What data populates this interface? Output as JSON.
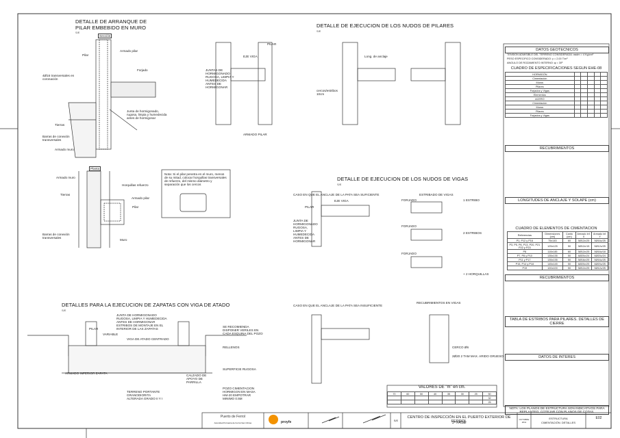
{
  "sections": {
    "arranque_title": "DETALLE DE ARRANQUE DE PILAR EMBEBIDO EN MURO",
    "arranque_scale": "S/E",
    "nudos_pilares_title": "DETALLE DE EJECUCION DE LOS NUDOS DE PILARES",
    "nudos_pilares_scale": "S/E",
    "nudos_vigas_title": "DETALLE DE EJECUCION DE LOS NUDOS DE VIGAS",
    "nudos_vigas_scale": "S/E",
    "zapatas_title": "DETALLES PARA LA EJECUCION DE ZAPATAS CON VIGA DE ATADO",
    "zapatas_scale": "S/E"
  },
  "arranque": {
    "seccion": "Sección",
    "pilar": "Pilar",
    "armado_pilar": "Armado pilar",
    "forjado": "Forjado",
    "transversales": "4Ø16 transversales en coronación",
    "junta": "Junta de hormigonado, rugosa, limpia y humedecida antes de hormigonar",
    "tierras": "Tierras",
    "barras_conexion": "Barras de conexión transversales",
    "armado_muro": "Armado muro",
    "planta": "Planta",
    "armado_muro2": "Armado muro",
    "horquillas": "Horquillas refuerzo",
    "armado_pilar2": "Armado pilar",
    "tierras2": "Tierras",
    "pilar2": "Pilar",
    "barras_conexion2": "Barras de conexión transversales",
    "muro": "Muro",
    "note": "Nota: Si el pilar penetra en el muro, menos de su mitad, colocar horquillas transversales de refuerzo, del mismo diámetro y separación que los cercos"
  },
  "nudos_pilares": {
    "eje_viga": "EJE VIGA",
    "pilar": "PILAR",
    "armado_pilar": "ARMADO PILAR",
    "junta": "JUNTAS DE HORMIGONADO RUGOSA, LIMPIA Y HUMEDECIDA ANTES DE HORMIGONAR",
    "cercos": "cercos/estribos 10cm",
    "long_anclaje": "Long. de anclaje"
  },
  "nudos_vigas": {
    "caso_suficiente": "CASO EN QUE EL ANCLAJE DE LA PATA SEA SUFICIENTE",
    "caso_insuficiente": "CASO EN QUE EL ANCLAJE DE LA PATA SEA INSUFICIENTE",
    "estribado": "ESTRIBADO DE VIGAS",
    "recubrimientos": "RECUBRIMIENTOS EN VIGAS",
    "forjado": "FORJADO",
    "un_estribo": "1 ESTRIBO",
    "dos_estribos": "2 ESTRIBOS",
    "horquillas": "+ 2 HORQUILLAS",
    "eje_viga": "EJE VIGA",
    "pilar": "PILAR",
    "junta": "JUNTA DE HORMIGONADO RUGOSA, LIMPIA Y HUMEDECIDA ANTES DE HORMIGONAR",
    "cerco": "CERCO Ø6",
    "armado_grueso": "2Ø20 2 TAM MAX. ARIDO GRUESO"
  },
  "valores": {
    "title": "VALORES DE \"m\" en cm.",
    "columns": [
      "70",
      "60",
      "50",
      "40",
      "35",
      "30",
      "25"
    ],
    "last_col": [
      "50",
      "32",
      "25"
    ]
  },
  "zapatas": {
    "junta": "JUNTA DE HORMIGONADO RUGOSA, LIMPIA Y HUMEDECIDA ANTES DE HORMIGONAR",
    "estribos": "ESTRIBOS DE MONTAJE EN EL INTERIOR DE LAS ZAPATAS",
    "pilar": "PILAR",
    "variable": "VARIABLE",
    "viga_atado": "VIGA DE ATADO CENTRADO",
    "armado_inferior": "ARMADO INFERIOR ZAPATA",
    "recomienda": "SE RECOMIENDA DISPONER VERILES EN CADA ESQUINA DEL POZO",
    "relleno": "RELLENOS",
    "superficie": "SUPERFICIE RUGOSA",
    "calzado": "CALZADO DE APOYO DE PARRILLA",
    "terreno": "TERRENO PORTANTE GRANODIORITA ALTERADA GRADO II Y I",
    "pozo": "POZO CIMENTACION HORMIGON EN MASA HM-20 EMPOTRAR MINIMO 0.5M"
  },
  "right_panel": {
    "datos_geotecnicos": "DATOS GEOTECNICOS",
    "geo_rows": [
      "TENSION ADMISIBLE DEL TERRENO CONSIDERADA: σadm = 4 Kg/cm²",
      "PESO ESPECIFICO CONSIDERADO: γ = 2.00 T/m³",
      "ANGULO DE ROZAMIENTO INTERNO: φ = 30º"
    ],
    "especificaciones": "CUADRO DE ESPECIFICACIONES SEGUN EHE-08",
    "spec_rows": [
      "HORMIGÓN",
      "Cimentación",
      "Muros",
      "Pilares",
      "Forjados y Vigas",
      "Elementos",
      "ACERO",
      "Cimentación",
      "Muros",
      "Pilares",
      "Forjados y Vigas"
    ],
    "recubrimientos_1": "RECUBRIMIENTOS",
    "longitudes": "LONGITUDES DE ANCLAJE Y SOLAPE (cm)",
    "cuadro_elementos": "CUADRO DE ELEMENTOS DE CIMENTACION",
    "cuadro_headers": [
      "Referencias",
      "Dimensiones (cm)",
      "Canto (cm)",
      "Armado inf. X",
      "Armado inf. Y"
    ],
    "cuadro_rows": [
      [
        "P1, P12 y P16",
        "75x145",
        "60",
        "5Ø12c/25",
        "5Ø16c/25"
      ],
      [
        "P3, P5, P6, P13, P20, P21 P22 y P23",
        "125x125",
        "50",
        "5Ø12c/15",
        "5Ø12c/25"
      ],
      [
        "P8",
        "110x145",
        "60",
        "5Ø12c/25",
        "5Ø16c/18"
      ],
      [
        "P7, P8 y P10",
        "135x135",
        "50",
        "6Ø20c/24",
        "6Ø20c/24"
      ],
      [
        "P11 y P17",
        "135x135",
        "50",
        "5Ø16c/25",
        "5Ø16c/25"
      ],
      [
        "P15, P14 y P18",
        "145x145",
        "50",
        "6Ø20c/25",
        "6Ø20c/25"
      ],
      [
        "P19",
        "100x100",
        "50",
        "5Ø12c/25",
        "5Ø12c/25"
      ]
    ],
    "recubrimientos_2": "RECUBRIMIENTOS",
    "tabla_estribos": "TABLA DE ESTRIBOS PARA PILARES. DETALLES DE CIERRE",
    "datos_interes": "DATOS DE INTERES",
    "nota": "NOTA: LOS PLANOS DE ESTRUCTURA SON INDICATIVOS PARA REPLANTEO, COTEJAR CON PLANOS DE COTAS."
  },
  "title_block": {
    "client": "Puerto de Ferrol",
    "client_sub": "Autoridad Portuaria de Ferrol-San Cibrao",
    "company": "proyfe",
    "scale": "S/E",
    "project": "CENTRO DE INSPECCIÓN EN EL PUERTO EXTERIOR DE FERROL",
    "phase": "1ª FASE",
    "date": "OCTUBRE 2011",
    "plan_title": "ESTRUCTURA",
    "plan_subtitle": "CIMENTACIÓN. DETALLES",
    "plan_number": "E02"
  },
  "colors": {
    "ink": "#222222",
    "logo": "#f39200"
  }
}
